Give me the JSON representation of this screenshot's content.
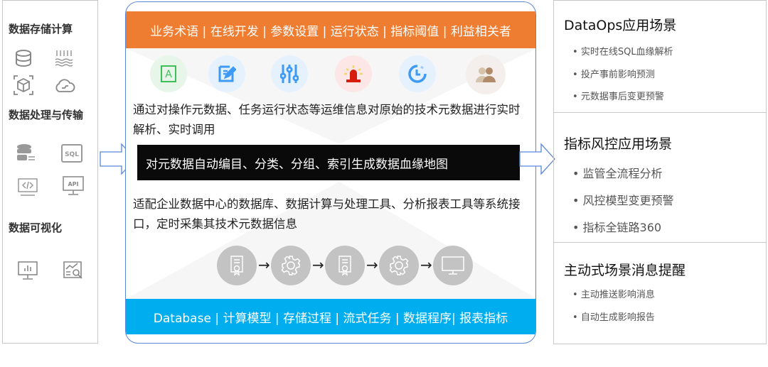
{
  "left_panel": {
    "sections": [
      {
        "title": "数据存储计算",
        "icons": [
          "database-icon",
          "binary-data-lake-icon",
          "cube-icon",
          "cloud-icon"
        ]
      },
      {
        "title": "数据处理与传输",
        "icons": [
          "database-sync-icon",
          "sql-icon",
          "code-monitor-icon",
          "api-monitor-icon"
        ]
      },
      {
        "title": "数据可视化",
        "icons": [
          "chart-monitor-icon",
          "analytics-search-icon"
        ]
      }
    ]
  },
  "center": {
    "top_bar": "业务术语 | 在线开发 | 参数设置 | 运行状态 | 指标阈值 | 利益相关者",
    "top_icons": [
      "text-a-icon",
      "edit-icon",
      "sliders-icon",
      "alarm-icon",
      "clock-icon",
      "users-icon"
    ],
    "para1": "通过对操作元数据、任务运行状态等运维信息对原始的技术元数据进行实时解析、实时调用",
    "black_bar": "对元数据自动编目、分类、分组、索引生成数据血缘地图",
    "para2": "适配企业数据中心的数据库、数据计算与处理工具、分析报表工具等系统接口，定时采集其技术元数据信息",
    "flow_icons": [
      "certificate-icon",
      "gear-icon",
      "certificate-icon",
      "gear-icon",
      "monitor-icon"
    ],
    "flow_arrow": "→",
    "bottom_bar": "Database | 计算模型 | 存储过程 | 流式任务 | 数据程序| 报表指标"
  },
  "right_panel": {
    "sections": [
      {
        "title": "DataOps应用场景",
        "items": [
          "实时在线SQL血缘解析",
          "投产事前影响预测",
          "元数据事后变更预警"
        ]
      },
      {
        "title": "指标风控应用场景",
        "items": [
          "监管全流程分析",
          "风控模型变更预警",
          "指标全链路360"
        ]
      },
      {
        "title": "主动式场景消息提醒",
        "items": [
          "主动推送影响消息",
          "自动生成影响报告"
        ]
      }
    ]
  },
  "colors": {
    "orange": "#ee7d31",
    "blue": "#00aeef",
    "border": "#5b87d6"
  }
}
